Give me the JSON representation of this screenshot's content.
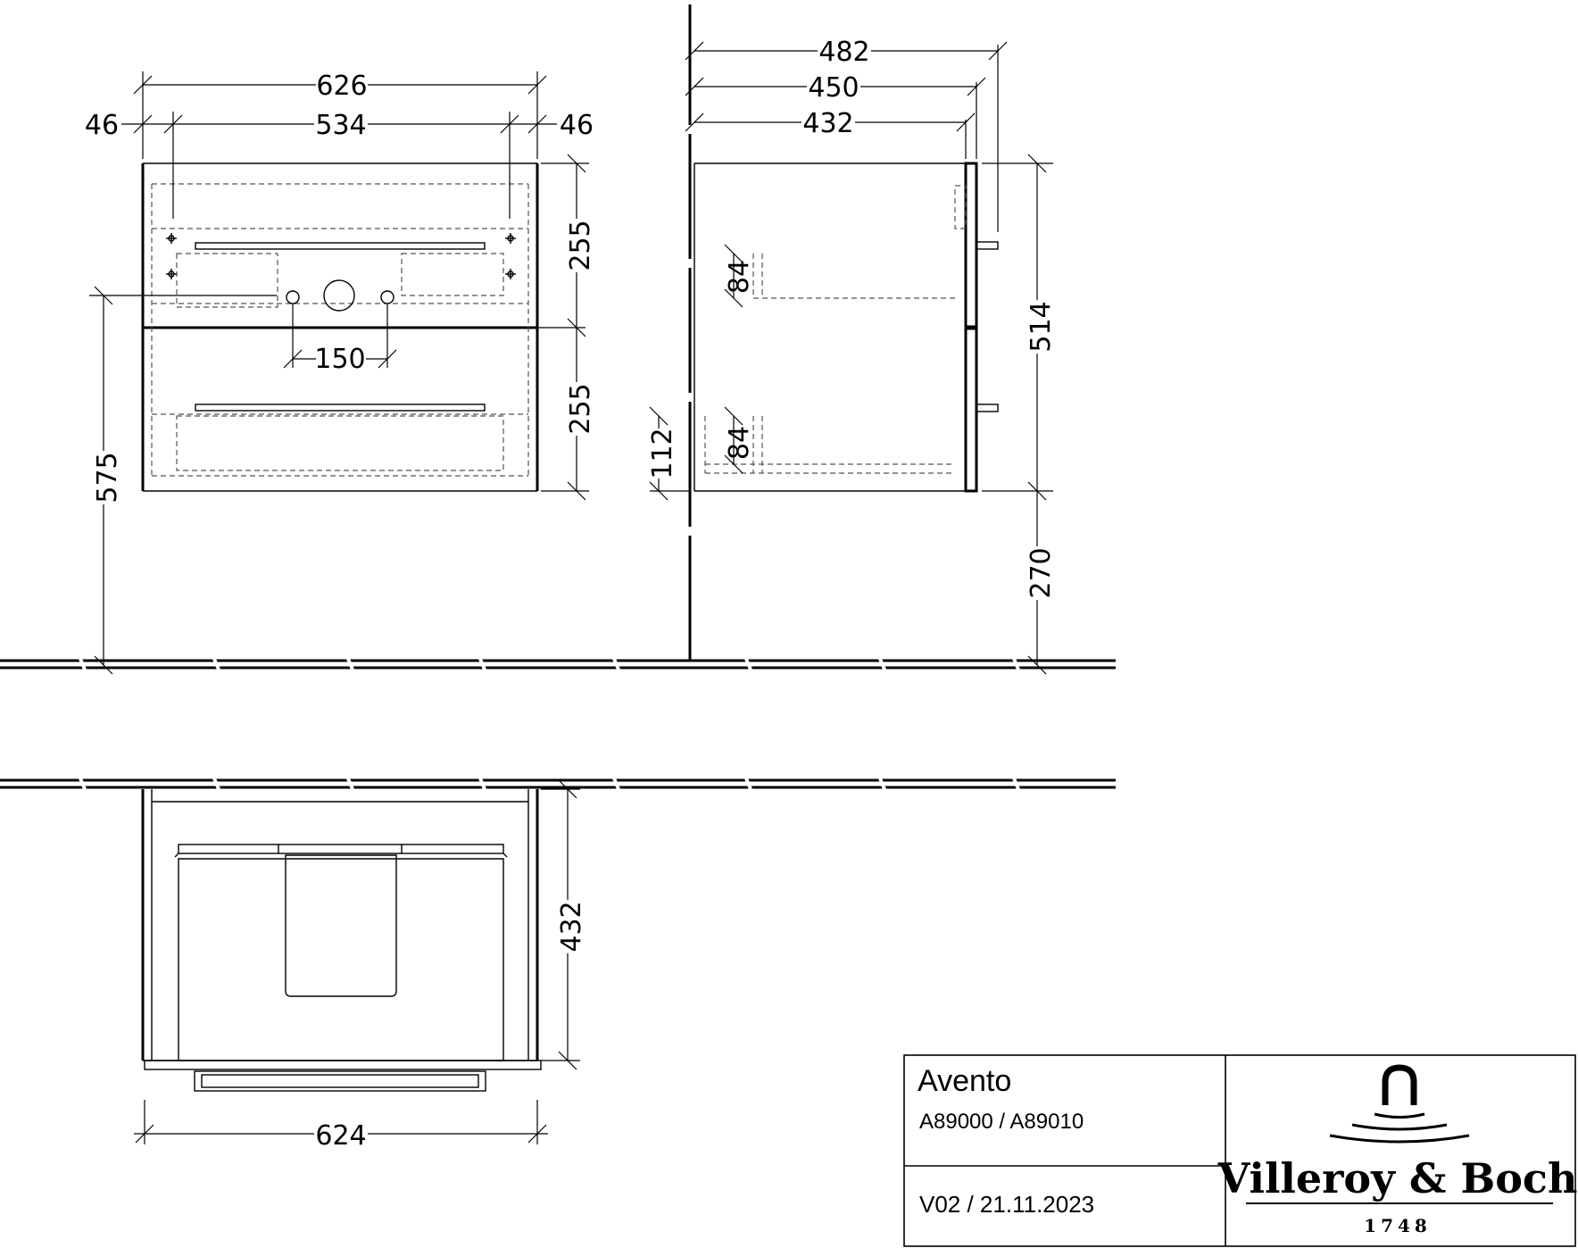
{
  "dimensions": {
    "front_overall_width": "626",
    "front_side_left": "46",
    "front_inner_width": "534",
    "front_side_right": "46",
    "front_drawer_height_top": "255",
    "front_drawer_height_bottom": "255",
    "front_siphon_spacing": "150",
    "front_floor_to_outlet": "575",
    "side_depth_total": "482",
    "side_depth_body": "450",
    "side_depth_inner": "432",
    "side_cutout_top": "84",
    "side_cutout_bottom": "84",
    "side_wall_clearance": "112",
    "side_height": "514",
    "side_floor_clearance": "270",
    "top_depth": "432",
    "top_width": "624"
  },
  "title_block": {
    "product_name": "Avento",
    "article_numbers": "A89000 / A89010",
    "version": "V02 / 21.11.2023",
    "brand": "Villeroy & Boch",
    "brand_year": "1748"
  },
  "colors": {
    "line": "#000000",
    "hidden_line": "#555555",
    "background": "#ffffff"
  }
}
